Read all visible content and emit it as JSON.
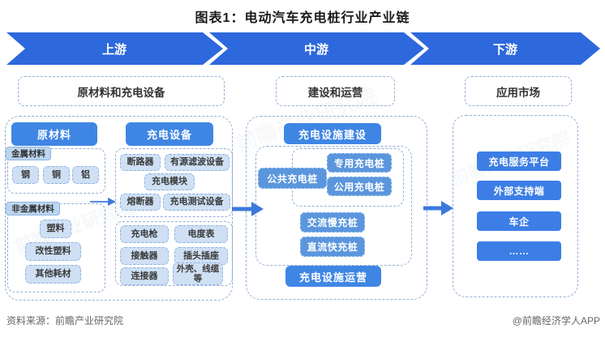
{
  "title": "图表1：电动汽车充电桩行业产业链",
  "banner": {
    "segments": [
      {
        "label": "上游"
      },
      {
        "label": "中游"
      },
      {
        "label": "下游"
      }
    ]
  },
  "sections": {
    "upstream": {
      "overview": "原材料和充电设备",
      "raw_materials": {
        "header": "原材料",
        "groups": [
          {
            "tag": "金属材料",
            "items": [
              "钢",
              "铜",
              "铝"
            ]
          },
          {
            "tag": "非金属材料",
            "items": [
              "塑料",
              "改性塑料",
              "其他耗材"
            ]
          }
        ]
      },
      "equipment": {
        "header": "充电设备",
        "box1": [
          "断路器",
          "有源滤波设备",
          "充电模块",
          "熔断器",
          "充电测试设备"
        ],
        "box2": [
          "充电枪",
          "电度表",
          "接触器",
          "插头插座",
          "连接器",
          "外壳、线缆等"
        ]
      }
    },
    "midstream": {
      "overview": "建设和运营",
      "construction_header": "充电设施建设",
      "pile_types": {
        "left": "公共充电桩",
        "right": [
          "专用充电桩",
          "公用充电桩"
        ]
      },
      "charge_modes": [
        "交流慢充桩",
        "直流快充桩"
      ],
      "operation_header": "充电设施运营"
    },
    "downstream": {
      "overview": "应用市场",
      "items": [
        "充电服务平台",
        "外部支持端",
        "车企",
        "……"
      ]
    }
  },
  "footer": {
    "source": "资料来源：前瞻产业研究院",
    "credit": "@前瞻经济学人APP"
  },
  "watermark": {
    "text": "前瞻产业研究院"
  },
  "colors": {
    "banner_blue": "#2d68dd",
    "header_blue": "#3f86e4",
    "button_blue": "#3c7ee6",
    "chip_blue": "#5b96dd",
    "chip_light": "#cfe0f4",
    "chip_light_border": "#8fb4e3",
    "tag_fill": "#bcd6ef",
    "dash_border": "#93aed6",
    "text_dark": "#333333",
    "footer_gray": "#666666",
    "arrow_blue": "#3c79dd"
  }
}
